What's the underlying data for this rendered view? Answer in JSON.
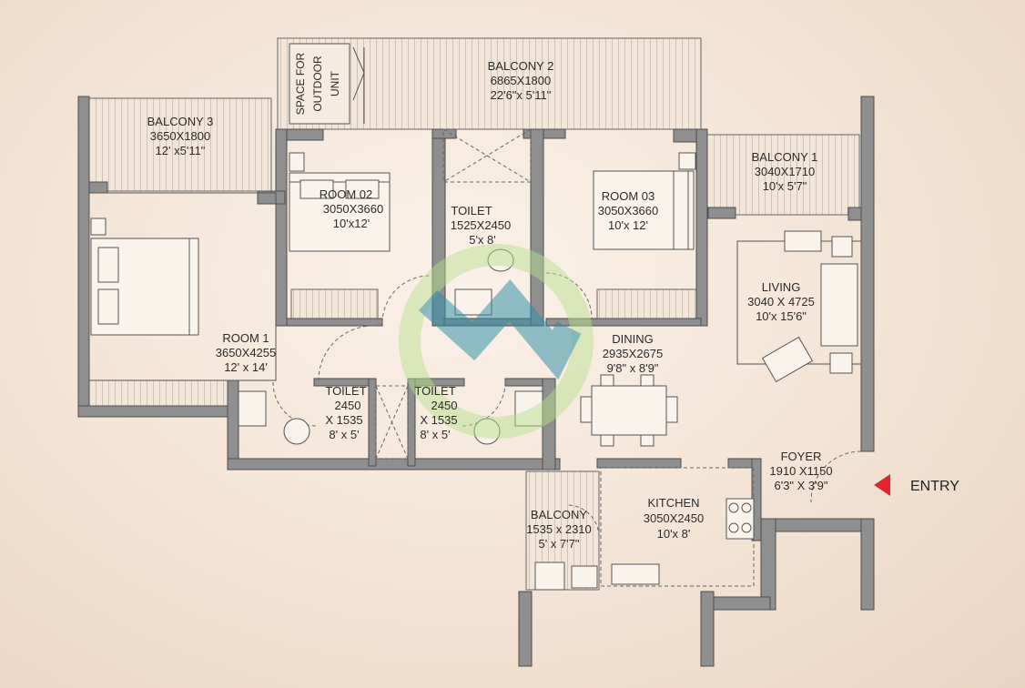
{
  "rooms": {
    "balcony2": {
      "name": "BALCONY 2",
      "dims_mm": "6865X1800",
      "dims_ft": "22'6\"x 5'11\""
    },
    "balcony3": {
      "name": "BALCONY 3",
      "dims_mm": "3650X1800",
      "dims_ft": "12' x5'11\""
    },
    "balcony1": {
      "name": "BALCONY 1",
      "dims_mm": "3040X1710",
      "dims_ft": "10'x 5'7\""
    },
    "outdoor_unit": {
      "line1": "SPACE FOR",
      "line2": "OUTDOOR",
      "line3": "UNIT"
    },
    "room02": {
      "name": "ROOM 02",
      "dims_mm": "3050X3660",
      "dims_ft": "10'x12'"
    },
    "toilet_top": {
      "name": "TOILET",
      "dims_mm": "1525X2450",
      "dims_ft": "5'x 8'"
    },
    "room03": {
      "name": "ROOM 03",
      "dims_mm": "3050X3660",
      "dims_ft": "10'x 12'"
    },
    "living": {
      "name": "LIVING",
      "dims_mm": "3040 X 4725",
      "dims_ft": "10'x 15'6\""
    },
    "room1": {
      "name": "ROOM 1",
      "dims_mm": "3650X4255",
      "dims_ft": "12' x 14'"
    },
    "dining": {
      "name": "DINING",
      "dims_mm": "2935X2675",
      "dims_ft": "9'8\" x 8'9\""
    },
    "toilet_left": {
      "name": "TOILET",
      "dim1": "2450",
      "dim2": "X 1535",
      "dims_ft": "8' x 5'"
    },
    "toilet_right": {
      "name": "TOILET",
      "dim1": "2450",
      "dim2": "X 1535",
      "dims_ft": "8' x 5'"
    },
    "foyer": {
      "name": "FOYER",
      "dims_mm": "1910 X1150",
      "dims_ft": "6'3\" X 3'9\""
    },
    "kitchen": {
      "name": "KITCHEN",
      "dims_mm": "3050X2450",
      "dims_ft": "10'x 8'"
    },
    "balcony_k": {
      "name": "BALCONY",
      "dims_mm": "1535 x 2310",
      "dims_ft": "5' x 7'7\""
    }
  },
  "entry": {
    "label": "ENTRY"
  },
  "colors": {
    "arrow": "#e0252b",
    "wall": "#8f8f8f",
    "watermark_teal": "#2e8fa6",
    "watermark_green": "#9bd36b"
  },
  "icons": [
    "entry-arrow-icon",
    "watermark-logo-icon",
    "bed-icon",
    "sofa-icon",
    "dining-table-icon",
    "toilet-icon",
    "basin-icon",
    "stove-icon",
    "sink-icon"
  ]
}
